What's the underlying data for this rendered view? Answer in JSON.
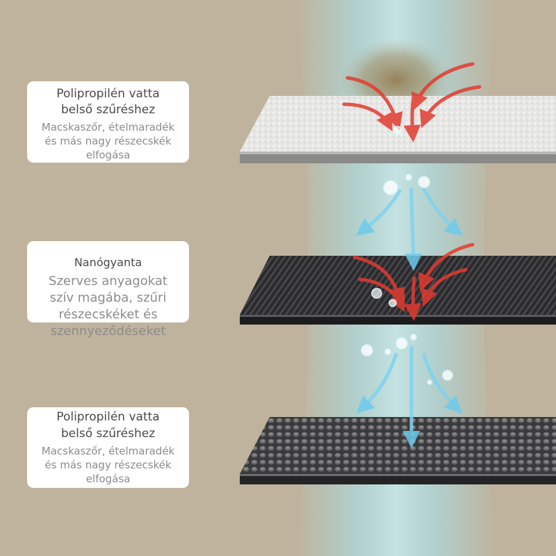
{
  "layers": [
    {
      "name": "Polipropilén vatta\nbelső szűréshez",
      "description": "Macskaszőr, ételmaradék\nés más nagy részecskék\nelfogása",
      "material": "white-cotton-layer"
    },
    {
      "name": "Nanógyanta",
      "description": "Szerves anyagokat\nszív magába, szűri\nrészecskéket és\nszennyeződéseket",
      "material": "black-carbon-resin-layer"
    },
    {
      "name": "Polipropilén vatta\nbelső szűréshez",
      "description": "Macskaszőr, ételmaradék\nés más nagy részecskék\nelfogása",
      "material": "dark-mesh-layer"
    }
  ],
  "colors": {
    "background": "#bfb39d",
    "airflow": "#9fe3f0",
    "dirty_arrows": "#e23b30",
    "clean_arrows": "#7fd3f0",
    "card": "#ffffff"
  }
}
